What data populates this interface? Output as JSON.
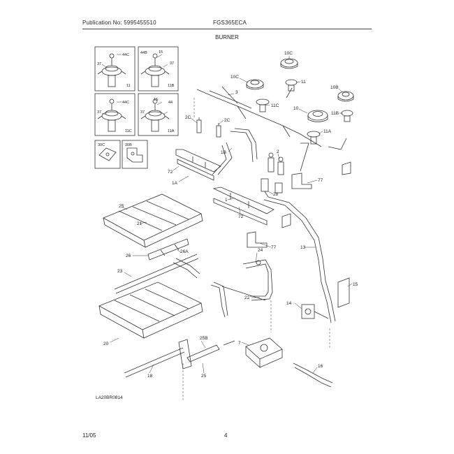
{
  "header": {
    "publication": "Publication No: 5995455510",
    "model": "FGS365ECA",
    "section": "BURNER"
  },
  "footer": {
    "diagram_code": "LA20BR0814",
    "date": "11/05",
    "page_number": "4"
  },
  "callouts": {
    "c44c_a": "44C",
    "c37_a": "37",
    "c11_a": "11",
    "c44b": "44B",
    "c15_a": "15",
    "c37_b": "37",
    "c11b_a": "11B",
    "c44c_b": "44C",
    "c37_c": "37",
    "c11c_a": "11C",
    "c15_b": "15",
    "c44": "44",
    "c37_d": "37",
    "c11a_a": "11A",
    "c30c": "30C",
    "c30b": "30B",
    "c10c_a": "10C",
    "c11_b": "11",
    "c10c_b": "10C",
    "c3": "3",
    "c11c_b": "11C",
    "c10b": "10B",
    "c11b_b": "11B",
    "c10": "10",
    "c2c": "2C",
    "c2c_b": "2C",
    "c11a_b": "11A",
    "c1b": "1B",
    "c2": "2",
    "c72_a": "72",
    "c1a": "1A",
    "c28": "28",
    "c77_a": "77",
    "c1": "1",
    "c72_b": "72",
    "c77_b": "77",
    "c13": "13",
    "c25": "25",
    "c21": "21",
    "c26": "26",
    "c26a": "26A",
    "c24": "24",
    "c23": "23",
    "c22": "22",
    "c15_c": "15",
    "c14": "14",
    "c20": "20",
    "c25b": "25B",
    "c7": "7",
    "c25_b": "25",
    "c16": "16",
    "c18": "18"
  }
}
